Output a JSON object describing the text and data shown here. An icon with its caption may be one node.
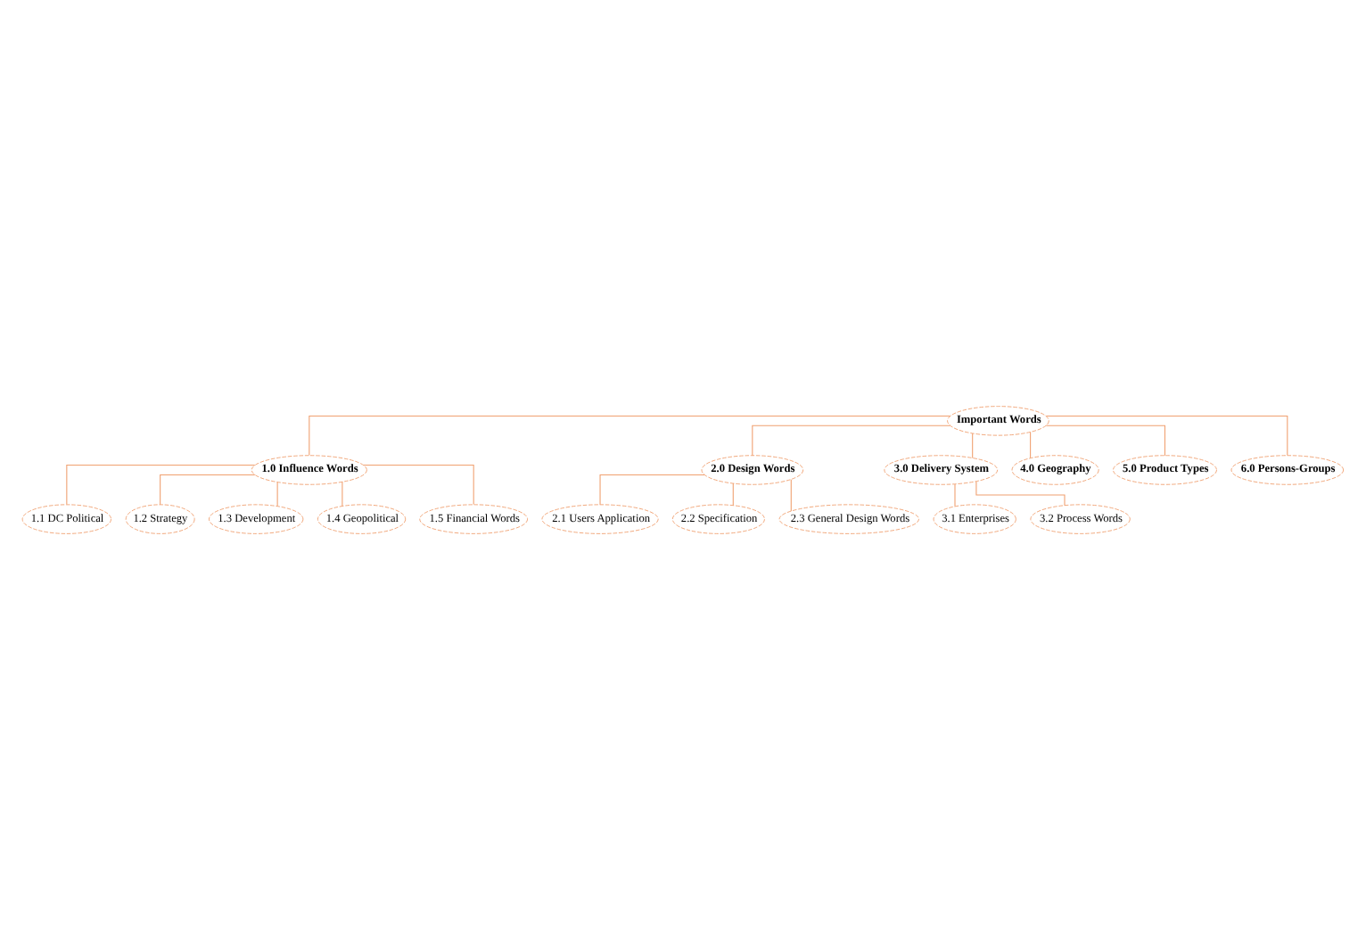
{
  "diagram": {
    "nodes": [
      {
        "text": [
          "Important Words"
        ]
      },
      {
        "text": [
          "1.0 Influence Words"
        ]
      },
      {
        "text": [
          "2.0 Design Words"
        ]
      },
      {
        "text": [
          "3.0 Delivery System"
        ]
      },
      {
        "text": [
          "4.0 Geography"
        ]
      },
      {
        "text": [
          "5.0 Product Types"
        ]
      },
      {
        "text": [
          "6.0 Persons-Groups"
        ]
      },
      {
        "text": [
          "1.1 DC Political"
        ]
      },
      {
        "text": [
          "1.2 Strategy"
        ]
      },
      {
        "text": [
          "1.3 Development"
        ]
      },
      {
        "text": [
          "1.4 Geopolitical"
        ]
      },
      {
        "text": [
          "1.5 Financial Words"
        ]
      },
      {
        "text": [
          "2.1 Users Application"
        ]
      },
      {
        "text": [
          "2.2 Specification"
        ]
      },
      {
        "text": [
          "2.3 General Design Words"
        ]
      },
      {
        "text": [
          "3.1 Enterprises"
        ]
      },
      {
        "text": [
          "3.2 Process Words"
        ]
      }
    ],
    "edges": [
      {
        "from": 0,
        "to": 1,
        "arrow": "none"
      },
      {
        "from": 0,
        "to": 2,
        "arrow": "none"
      },
      {
        "from": 0,
        "to": 3,
        "arrow": "none"
      },
      {
        "from": 0,
        "to": 4,
        "arrow": "none"
      },
      {
        "from": 0,
        "to": 5,
        "arrow": "none"
      },
      {
        "from": 0,
        "to": 6,
        "arrow": "none"
      },
      {
        "from": 1,
        "to": 7,
        "arrow": "none"
      },
      {
        "from": 1,
        "to": 8,
        "arrow": "none"
      },
      {
        "from": 1,
        "to": 9,
        "arrow": "none"
      },
      {
        "from": 1,
        "to": 10,
        "arrow": "none"
      },
      {
        "from": 1,
        "to": 11,
        "arrow": "none"
      },
      {
        "from": 2,
        "to": 12,
        "arrow": "none"
      },
      {
        "from": 2,
        "to": 13,
        "arrow": "none"
      },
      {
        "from": 2,
        "to": 14,
        "arrow": "none"
      },
      {
        "from": 3,
        "to": 15,
        "arrow": "none"
      },
      {
        "from": 3,
        "to": 16,
        "arrow": "none"
      }
    ]
  }
}
